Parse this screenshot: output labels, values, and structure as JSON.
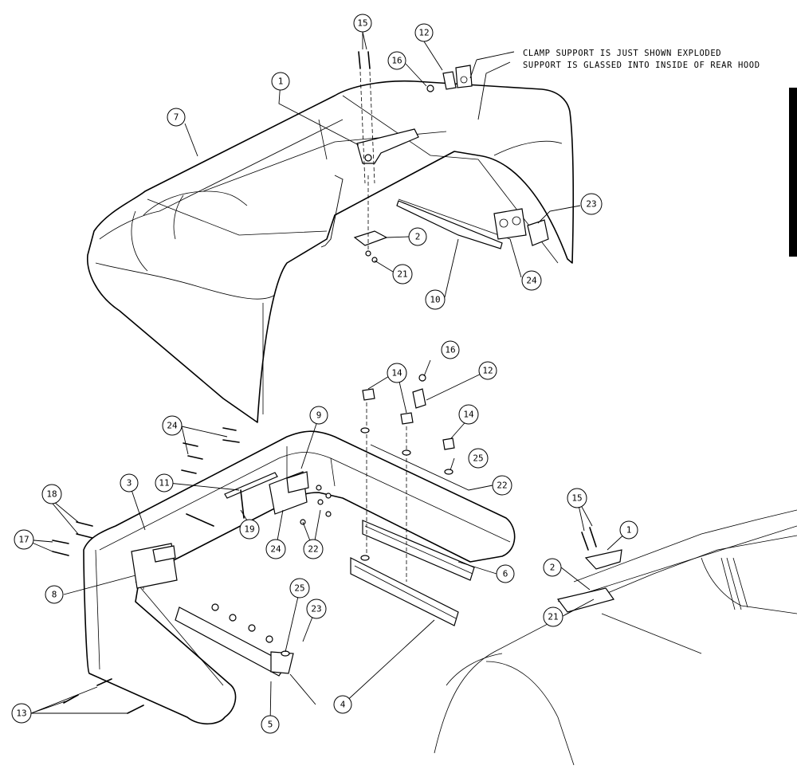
{
  "note": {
    "line1": "CLAMP SUPPORT IS JUST SHOWN EXPLODED",
    "line2": "SUPPORT IS GLASSED INTO INSIDE OF REAR HOOD"
  },
  "callouts": {
    "c15a": "15",
    "c12a": "12",
    "c16a": "16",
    "c1a": "1",
    "c7": "7",
    "c2a": "2",
    "c21a": "21",
    "c23a": "23",
    "c24a": "24",
    "c10": "10",
    "c16b": "16",
    "c14a": "14",
    "c12b": "12",
    "c14b": "14",
    "c25a": "25",
    "c22a": "22",
    "c9": "9",
    "c24b": "24",
    "c3": "3",
    "c11": "11",
    "c18": "18",
    "c17": "17",
    "c19": "19",
    "c24c": "24",
    "c22b": "22",
    "c8": "8",
    "c6": "6",
    "c25b": "25",
    "c23b": "23",
    "c4": "4",
    "c5": "5",
    "c13": "13",
    "c15b": "15",
    "c1b": "1",
    "c2b": "2",
    "c21b": "21"
  }
}
